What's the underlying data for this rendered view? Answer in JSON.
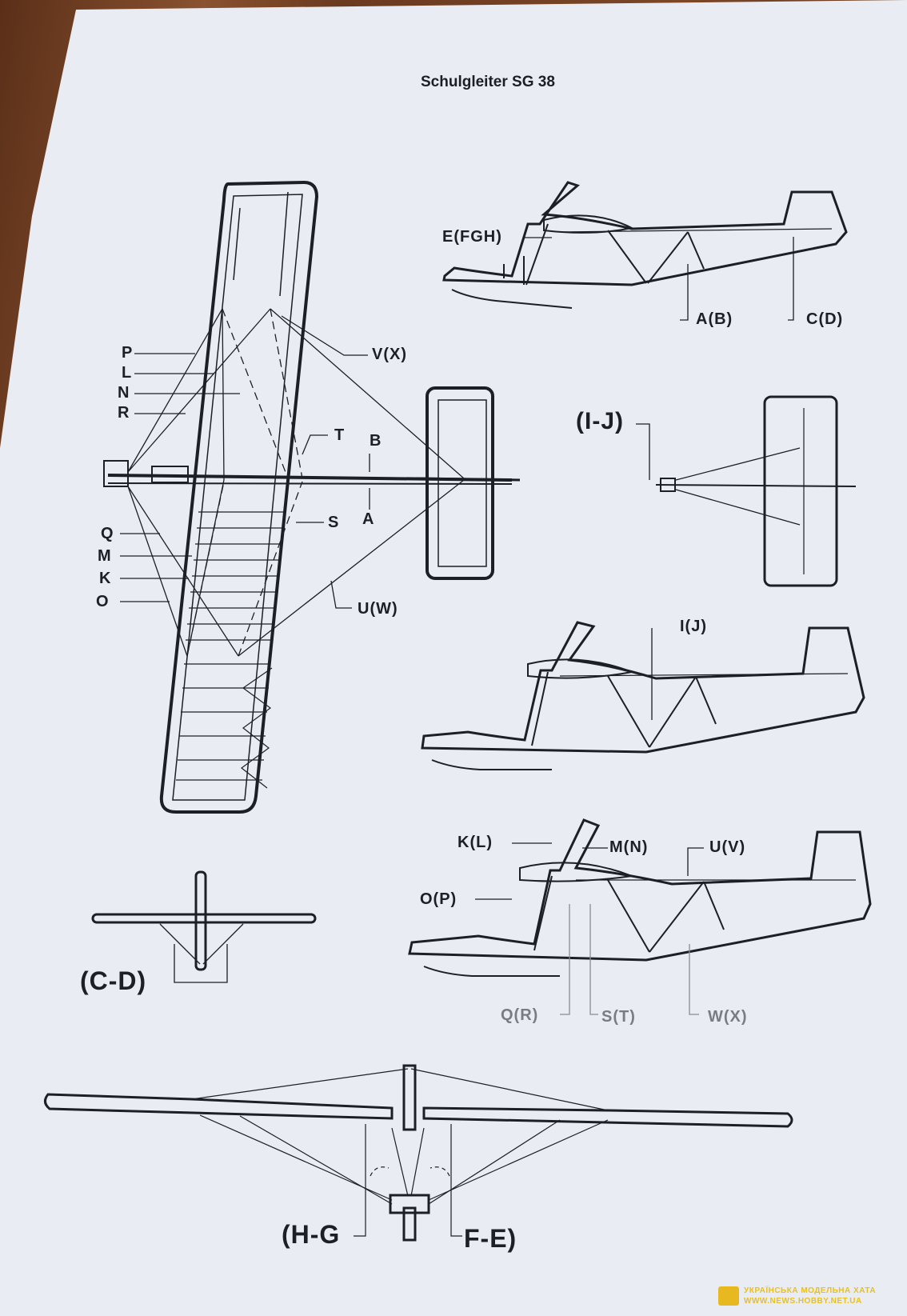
{
  "title": "Schulgleiter SG 38",
  "labels": {
    "efgh": "E(FGH)",
    "ab": "A(B)",
    "cd": "C(D)",
    "p": "P",
    "l": "L",
    "n": "N",
    "r": "R",
    "vx": "V(X)",
    "t": "T",
    "b": "B",
    "s": "S",
    "a": "A",
    "q": "Q",
    "m": "M",
    "k": "K",
    "o": "O",
    "uw": "U(W)",
    "ij_paren": "(I-J)",
    "ij": "I(J)",
    "kl": "K(L)",
    "mn": "M(N)",
    "uv": "U(V)",
    "op": "O(P)",
    "qr": "Q(R)",
    "st": "S(T)",
    "wx": "W(X)",
    "cd_paren": "(C-D)",
    "hg": "(H-G",
    "fe": "F-E)"
  },
  "watermark": {
    "line1": "УКРАЇНСЬКА МОДЕЛЬНА ХАТА",
    "line2": "WWW.NEWS.HOBBY.NET.UA"
  },
  "colors": {
    "paper": "#e9ecf2",
    "ink": "#1d1f26",
    "wood": "#6b3c22",
    "watermark": "#e8c020"
  }
}
